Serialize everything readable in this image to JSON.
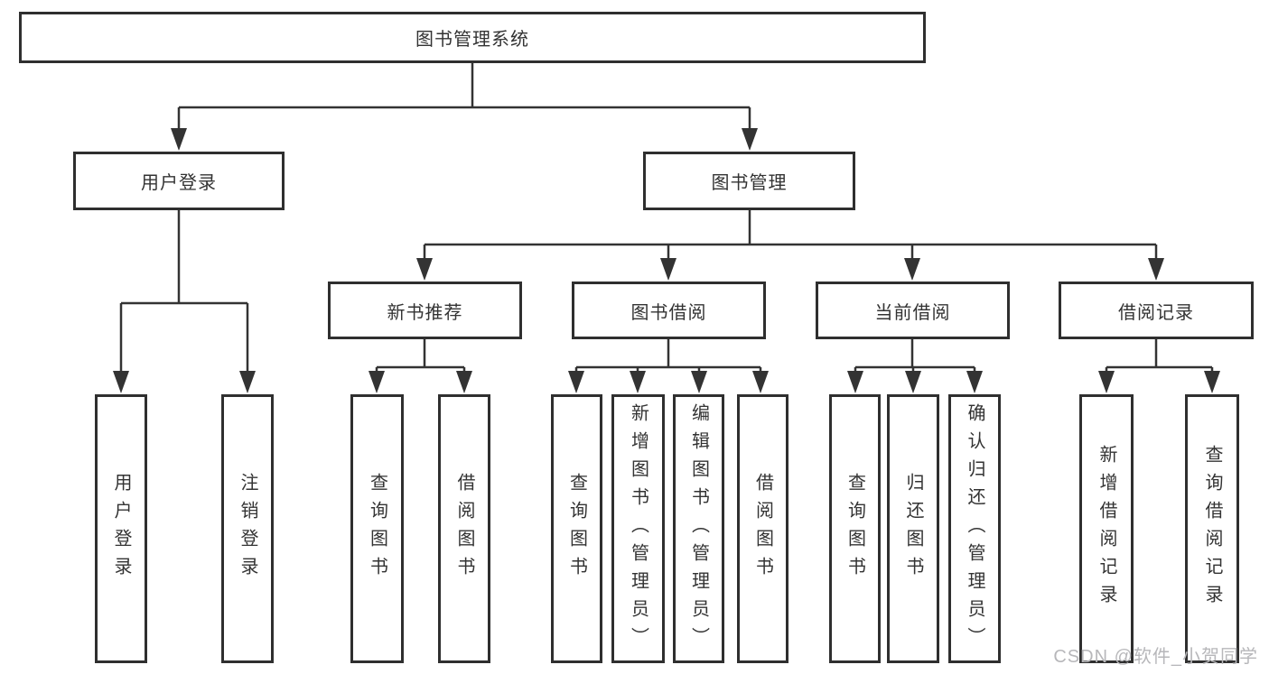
{
  "diagram": {
    "root": {
      "label": "图书管理系统"
    },
    "level1": [
      {
        "label": "用户登录"
      },
      {
        "label": "图书管理"
      }
    ],
    "level2": [
      {
        "label": "新书推荐"
      },
      {
        "label": "图书借阅"
      },
      {
        "label": "当前借阅"
      },
      {
        "label": "借阅记录"
      }
    ],
    "leaves": [
      {
        "label": "用户登录"
      },
      {
        "label": "注销登录"
      },
      {
        "label": "查询图书"
      },
      {
        "label": "借阅图书"
      },
      {
        "label": "查询图书"
      },
      {
        "label": "新增图书（管理员）"
      },
      {
        "label": "编辑图书（管理员）"
      },
      {
        "label": "借阅图书"
      },
      {
        "label": "查询图书"
      },
      {
        "label": "归还图书"
      },
      {
        "label": "确认归还（管理员）"
      },
      {
        "label": "新增借阅记录"
      },
      {
        "label": "查询借阅记录"
      }
    ]
  },
  "watermark": {
    "text": "CSDN @软件_小贺同学"
  },
  "colors": {
    "line": "#333333",
    "box_border": "#2f2f2f",
    "text": "#333333",
    "watermark": "#b7b7ba",
    "background": "#ffffff"
  }
}
